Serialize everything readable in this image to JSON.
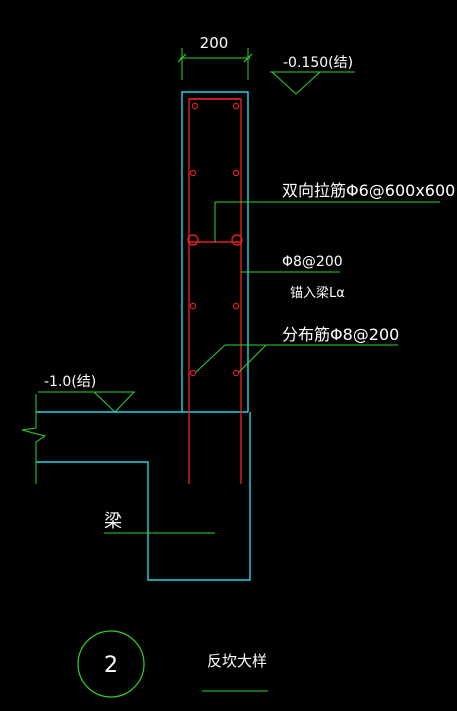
{
  "drawing": {
    "dim_width": "200",
    "elev_top": "-0.150(结)",
    "elev_bottom": "-1.0(结)",
    "tie_bar_note": "双向拉筋Φ6@600x600",
    "vertical_bar_note": "Φ8@200",
    "anchor_note": "锚入梁Lα",
    "dist_bar_note": "分布筋Φ8@200",
    "beam_label": "梁",
    "detail_number": "2",
    "detail_title": "反坎大样"
  },
  "colors": {
    "background": "#000000",
    "concrete_outline": "#22d3e6",
    "rebar": "#e02020",
    "annotation_line": "#2fd22f",
    "text": "#ffffff"
  }
}
